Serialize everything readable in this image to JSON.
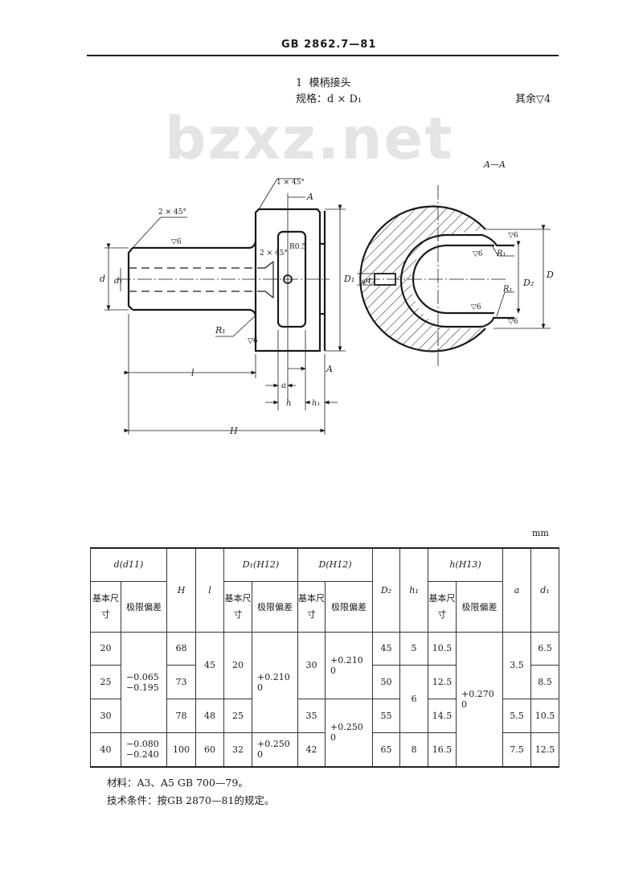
{
  "header": {
    "standard_code": "GB 2862.7—81"
  },
  "title": {
    "number": "1",
    "name": "模柄接头",
    "spec_label": "规格：d × D₁",
    "surface_rest": "其余▽4"
  },
  "watermark": "bzxz.net",
  "drawing": {
    "section_label": "A—A",
    "labels": {
      "chamfer_1": "1 × 45°",
      "chamfer_2": "2 × 45°",
      "chamfer_3": "2 × 45°",
      "radius_small": "R0.5",
      "radius_1": "R₁",
      "section_mark_top": "A",
      "section_mark_bottom": "A",
      "d": "d",
      "d1": "d₁",
      "D1": "D₁",
      "D": "D",
      "D2": "D₂",
      "phi_d": "φ4",
      "l": "l",
      "H": "H",
      "a": "a",
      "h": "h",
      "h1": "h₁",
      "roughness": "▽6"
    }
  },
  "table": {
    "unit": "mm",
    "headers": {
      "d": "d(d11)",
      "H": "H",
      "l": "l",
      "D1": "D₁(H12)",
      "D": "D(H12)",
      "D2": "D₂",
      "h1": "h₁",
      "h": "h(H13)",
      "a": "a",
      "d1": "d₁",
      "basic_size": "基本尺寸",
      "limit_dev": "极限偏差"
    },
    "rows": [
      {
        "d": "20",
        "H": "68",
        "D": "",
        "D2": "45",
        "h1": "5",
        "h": "10.5",
        "d1": "6.5"
      },
      {
        "d": "25",
        "H": "73",
        "D2": "50",
        "h": "12.5",
        "d1": "8.5"
      },
      {
        "d": "30",
        "H": "78",
        "l": "48",
        "D1": "25",
        "D": "35",
        "D2": "55",
        "h": "14.5",
        "a": "5.5",
        "d1": "10.5"
      },
      {
        "d": "40",
        "H": "100",
        "l": "60",
        "D1": "32",
        "D": "42",
        "D2": "65",
        "h1": "8",
        "h": "16.5",
        "a": "7.5",
        "d1": "12.5"
      }
    ],
    "merged": {
      "d_dev_1": [
        "−0.065",
        "−0.195"
      ],
      "d_dev_2": [
        "−0.080",
        "−0.240"
      ],
      "l_1": "45",
      "D1_1": "20",
      "D1_dev_1": [
        "+0.210",
        "0"
      ],
      "D1_dev_2": [
        "+0.250",
        "0"
      ],
      "D_1": "30",
      "D_dev_1": [
        "+0.210",
        "0"
      ],
      "D_dev_2": [
        "+0.250",
        "0"
      ],
      "h1_2": "6",
      "h_dev": [
        "+0.270",
        "0"
      ],
      "a_1": "3.5"
    }
  },
  "footer": {
    "material": "材料：A3、A5  GB 700—79。",
    "tech_conditions": "技术条件：按GB 2870—81的规定。"
  }
}
